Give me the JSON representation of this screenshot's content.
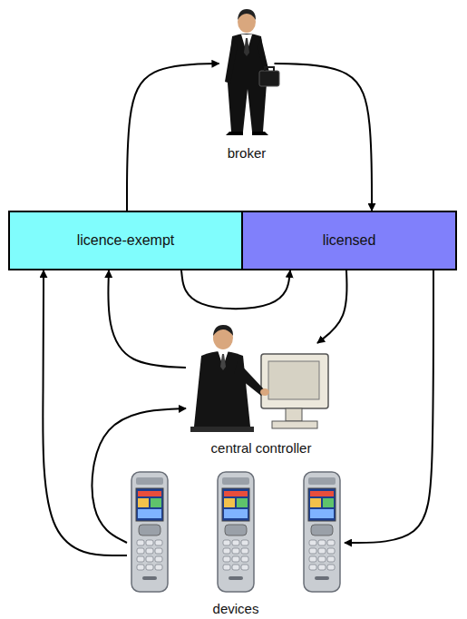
{
  "diagram": {
    "nodes": [
      {
        "text": [
          "broker"
        ]
      },
      {
        "text": [
          "licence-exempt"
        ]
      },
      {
        "text": [
          "licensed"
        ]
      },
      {
        "text": [
          "central controller"
        ]
      },
      {
        "text": [
          "devices"
        ]
      }
    ],
    "edges": [
      {
        "from": 1,
        "to": 0,
        "arrow": "to"
      },
      {
        "from": 0,
        "to": 2,
        "arrow": "to"
      },
      {
        "from": 1,
        "to": 2,
        "arrow": "to"
      },
      {
        "from": 2,
        "to": 3,
        "arrow": "to"
      },
      {
        "from": 3,
        "to": 1,
        "arrow": "to"
      },
      {
        "from": 4,
        "to": 3,
        "arrow": "to"
      },
      {
        "from": 4,
        "to": 1,
        "arrow": "to"
      },
      {
        "from": 2,
        "to": 4,
        "arrow": "to"
      }
    ]
  }
}
